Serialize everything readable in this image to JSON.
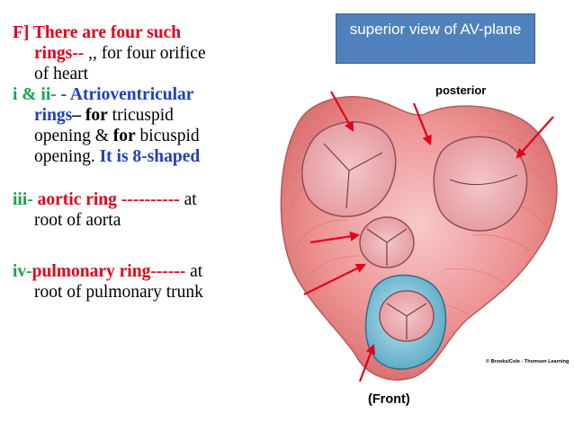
{
  "text": {
    "line1_a": "F] There are four such",
    "line2_a": "rings--",
    "line2_b": " ,, for four orifice",
    "line3": "of heart",
    "line4_a": "i & ii-",
    "line4_b": " - Atrioventricular",
    "line5_a": "rings",
    "line5_b": "– ",
    "line5_c": "for",
    "line5_d": " tricuspid",
    "line6_a": "opening & ",
    "line6_b": "for",
    "line6_c": " bicuspid",
    "line7_a": "opening. ",
    "line7_b": "It is 8-shaped",
    "line8_a": "iii-",
    "line8_b": " aortic ring",
    "line8_c": " ----------",
    "line8_d": " at",
    "line9": "root of aorta",
    "line10_a": "iv-",
    "line10_b": "pulmonary ring------",
    "line10_c": " at",
    "line11": "root of pulmonary trunk"
  },
  "diagram": {
    "title": "superior view of AV-plane",
    "posterior_label": "posterior",
    "front_label": "(Front)",
    "copyright": "© Brooks/Cole - Thomson Learning"
  },
  "colors": {
    "heading_red": "#e3001b",
    "term_blue": "#1f3fbf",
    "numeral_green": "#1aa34a",
    "title_box": "#4f81bd",
    "arrow_red": "#e3001b"
  }
}
